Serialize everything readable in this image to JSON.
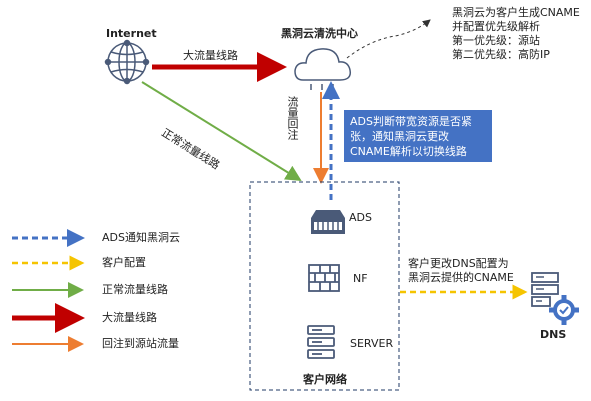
{
  "nodes": {
    "internet": "Internet",
    "cloud_center": "黑洞云清洗中心",
    "ads": "ADS",
    "nf": "NF",
    "server": "SERVER",
    "customer_network": "客户网络",
    "dns": "DNS"
  },
  "edges": {
    "big_traffic": "大流量线路",
    "normal_traffic": "正常流量线路",
    "return_traffic": "流量回注",
    "customer_dns": "客户更改DNS配置为\n黑洞云提供的CNAME"
  },
  "cname_note": [
    "黑洞云为客户生成CNAME",
    "并配置优先级解析",
    "第一优先级：源站",
    "第二优先级：高防IP"
  ],
  "callout": "ADS判断带宽资源是否紧张，通知黑洞云更改CNAME解析以切换线路",
  "legend": [
    {
      "label": "ADS通知黑洞云",
      "color": "#4472c4",
      "style": "dashed"
    },
    {
      "label": "客户配置",
      "color": "#f5c400",
      "style": "dashed"
    },
    {
      "label": "正常流量线路",
      "color": "#70ad47",
      "style": "solid"
    },
    {
      "label": "大流量线路",
      "color": "#c00000",
      "style": "thick"
    },
    {
      "label": "回注到源站流量",
      "color": "#ed7d31",
      "style": "solid"
    }
  ],
  "colors": {
    "blue": "#4472c4",
    "yellow": "#f5c400",
    "green": "#70ad47",
    "red": "#c00000",
    "orange": "#ed7d31",
    "icon": "#4a5a78"
  }
}
